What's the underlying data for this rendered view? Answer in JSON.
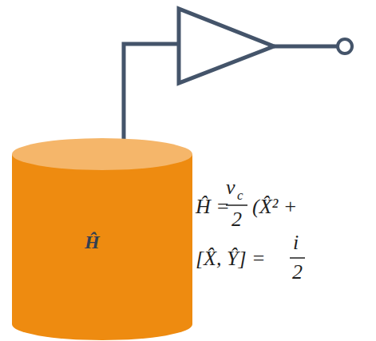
{
  "diagram": {
    "nodes": [
      {
        "text": [
          "Ĥ"
        ]
      }
    ],
    "labels": [
      "Ĥ =",
      "ν",
      "c",
      "2",
      "(X̂² +",
      "[X̂, Ŷ] =",
      "i",
      "2"
    ]
  }
}
